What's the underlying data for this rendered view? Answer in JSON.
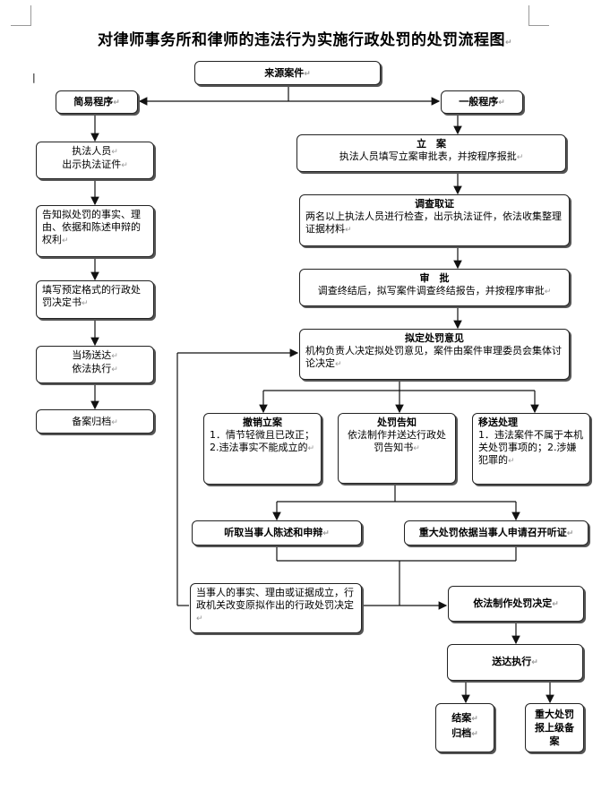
{
  "title": "对律师事务所和律师的违法行为实施行政处罚的处罚流程图",
  "nodes": {
    "source": "来源案件",
    "simple": "简易程序",
    "general": "一般程序",
    "s1_a": "执法人员",
    "s1_b": "出示执法证件",
    "s2": "告知拟处罚的事实、理由、依据和陈述申辩的权利",
    "s3": "填写预定格式的行政处罚决定书",
    "s4_a": "当场送达",
    "s4_b": "依法执行",
    "s5": "备案归档",
    "g1_head": "立　案",
    "g1_body": "执法人员填写立案审批表，并按程序报批",
    "g2_head": "调查取证",
    "g2_body": "两名以上执法人员进行检查，出示执法证件，依法收集整理证据材料",
    "g3_head": "审　批",
    "g3_body": "调查终结后，拟写案件调查终结报告，并按程序审批",
    "g4_head": "拟定处罚意见",
    "g4_body": "机构负责人决定拟处罚意见，案件由案件审理委员会集体讨论决定",
    "b1_head": "撤销立案",
    "b1_body": "1．情节轻微且已改正；2.违法事实不能成立的",
    "b2_head": "处罚告知",
    "b2_body": "依法制作并送达行政处罚告知书",
    "b3_head": "移送处理",
    "b3_body": "1．违法案件不属于本机关处罚事项的；2.涉嫌犯罪的",
    "hear": "听取当事人陈述和申辩",
    "hearing": "重大处罚依据当事人申请召开听证",
    "change": "当事人的事实、理由或证据成立，行政机关改变原拟作出的行政处罚决定",
    "decide": "依法制作处罚决定",
    "deliver": "送达执行",
    "close_a": "结案",
    "close_b": "归档",
    "report": "重大处罚报上级备案"
  }
}
